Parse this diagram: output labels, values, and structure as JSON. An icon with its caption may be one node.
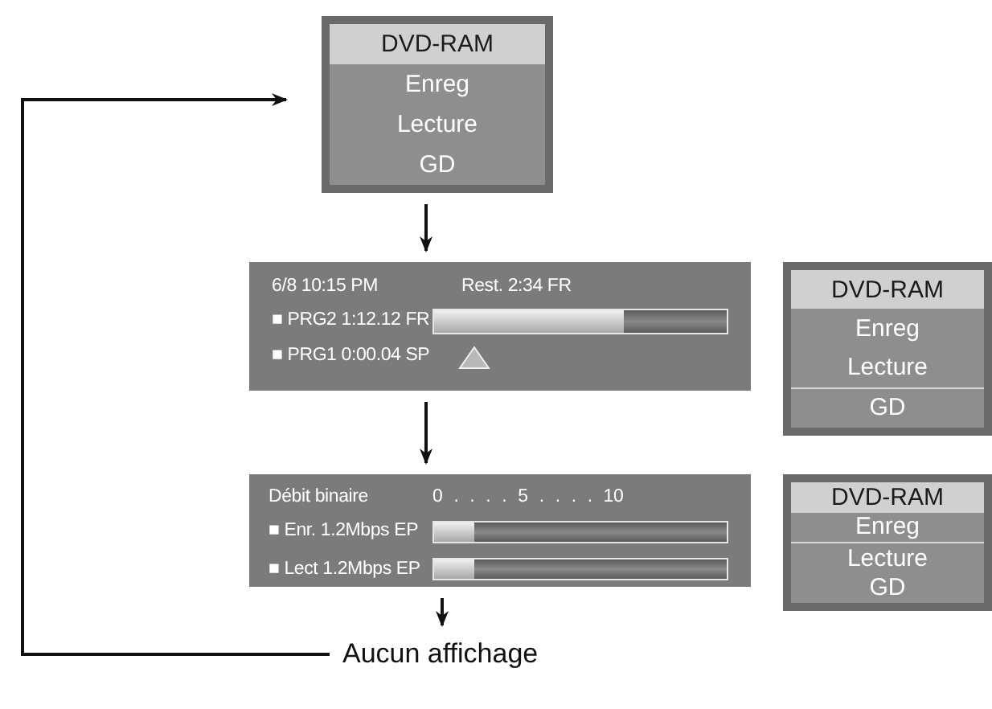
{
  "diagram": {
    "nodes": [
      {
        "text": [
          "DVD-RAM",
          "Enreg",
          "Lecture",
          "GD"
        ]
      },
      {
        "text": [
          "6/8 10:15 PM",
          "Rest. 2:34 FR",
          "■ PRG2 1:12.12 FR",
          "■ PRG1 0:00.04 SP"
        ]
      },
      {
        "text": [
          "DVD-RAM",
          "Enreg",
          "Lecture",
          "GD"
        ]
      },
      {
        "text": [
          "Débit binaire",
          "0 . . . . 5 . . . . 10",
          "■ Enr. 1.2Mbps EP",
          "■ Lect 1.2Mbps EP"
        ]
      },
      {
        "text": [
          "DVD-RAM",
          "Enreg",
          "Lecture",
          "GD"
        ]
      },
      {
        "text": [
          "Aucun affichage"
        ]
      }
    ],
    "edges": [
      {
        "from": 0,
        "to": 1,
        "arrow": "to"
      },
      {
        "from": 1,
        "to": 3,
        "arrow": "to"
      },
      {
        "from": 3,
        "to": 5,
        "arrow": "to"
      },
      {
        "from": 5,
        "to": 0,
        "arrow": "to"
      }
    ]
  }
}
